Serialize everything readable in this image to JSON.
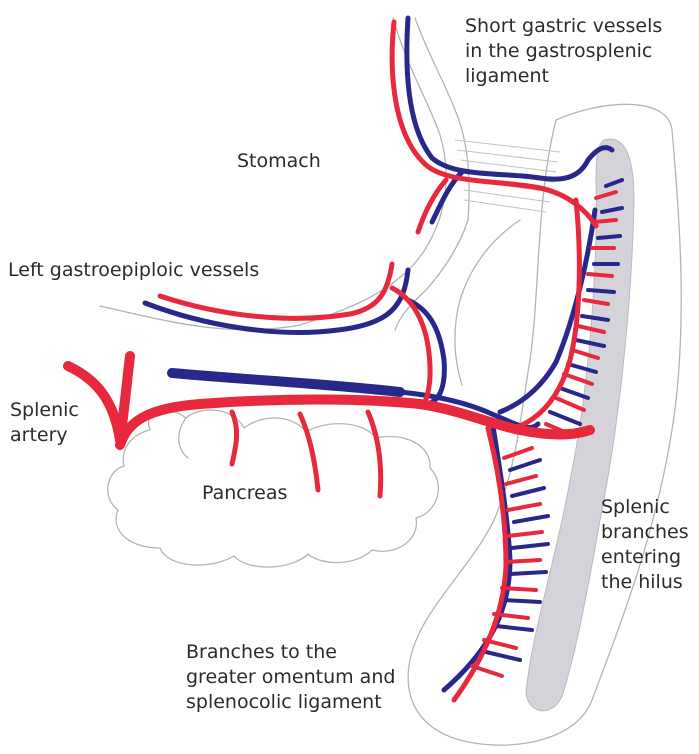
{
  "labels": {
    "short_gastric": [
      "Short gastric vessels",
      "in the gastrosplenic",
      "ligament"
    ],
    "stomach": [
      "Stomach"
    ],
    "left_gastroepiploic": [
      "Left gastroepiploic vessels"
    ],
    "splenic_artery": [
      "Splenic",
      "artery"
    ],
    "pancreas": [
      "Pancreas"
    ],
    "splenic_branches": [
      "Splenic",
      "branches",
      "entering",
      "the hilus"
    ],
    "greater_omentum": [
      "Branches to the",
      "greater omentum and",
      "splenocolic ligament"
    ]
  },
  "colors": {
    "artery": "#e8283c",
    "vein": "#27288a",
    "outline": "#b4b4b4",
    "hilus_shade": "#c8c8ce",
    "text": "#2b2b2b"
  }
}
